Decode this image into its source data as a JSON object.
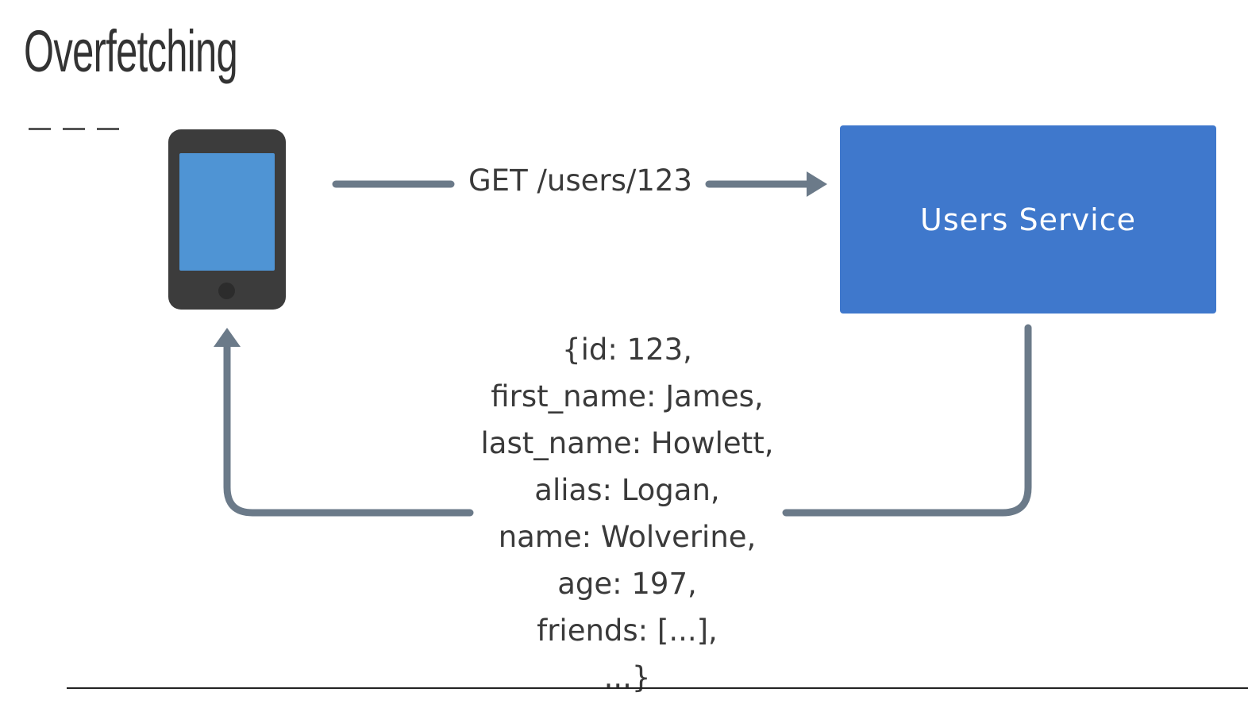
{
  "title": "Overfetching",
  "diagram": {
    "client_icon": "mobile-phone-icon",
    "service_label": "Users Service",
    "request_label": "GET /users/123",
    "response_lines": [
      "{id: 123,",
      "first_name: James,",
      "last_name: Howlett,",
      "alias: Logan,",
      "name: Wolverine,",
      "age: 197,",
      "friends: [...],",
      "...}"
    ]
  },
  "colors": {
    "arrow": "#6b7a89",
    "service_box": "#3f78cc",
    "phone_body": "#3c3c3c",
    "phone_screen": "#4f94d4",
    "text": "#3a3a3a"
  }
}
